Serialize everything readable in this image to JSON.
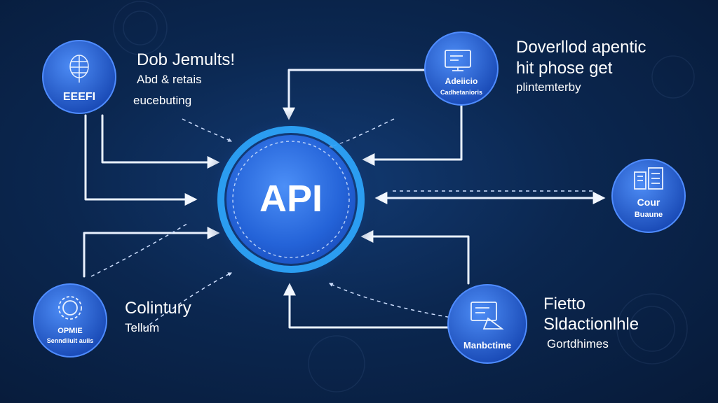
{
  "center": {
    "label": "API"
  },
  "nodes": {
    "top_left": {
      "label": "EEEFI",
      "text_lines": [
        "Dob Jemults!",
        "Abd & retais",
        "eucebuting"
      ]
    },
    "top_right": {
      "label_lines": [
        "Adeiicio",
        "Cadhetanioris"
      ],
      "text_lines": [
        "Doverllod apentic",
        "hit phose get",
        "plintemterby"
      ]
    },
    "right": {
      "label_lines": [
        "Cour",
        "Buaune"
      ]
    },
    "bottom_left": {
      "label_lines": [
        "OPMIE",
        "Senndiiuit auiis"
      ],
      "text_lines": [
        "Colintury",
        "Tellum"
      ]
    },
    "bottom_right": {
      "label": "Manbctime",
      "text_lines": [
        "Fietto",
        "Sldactionlhle",
        "Gortdhimes"
      ]
    }
  },
  "colors": {
    "background": "#0b2750",
    "node_fill": "#1f5fd6",
    "api_fill": "#2a6ee8",
    "glow": "#2fa8ff",
    "line": "#e9f1ff"
  },
  "icons": {
    "top_left": "globe-network-icon",
    "top_right": "monitor-icon",
    "right": "building-icon",
    "bottom_left": "gear-icon",
    "bottom_right": "screen-document-icon"
  }
}
